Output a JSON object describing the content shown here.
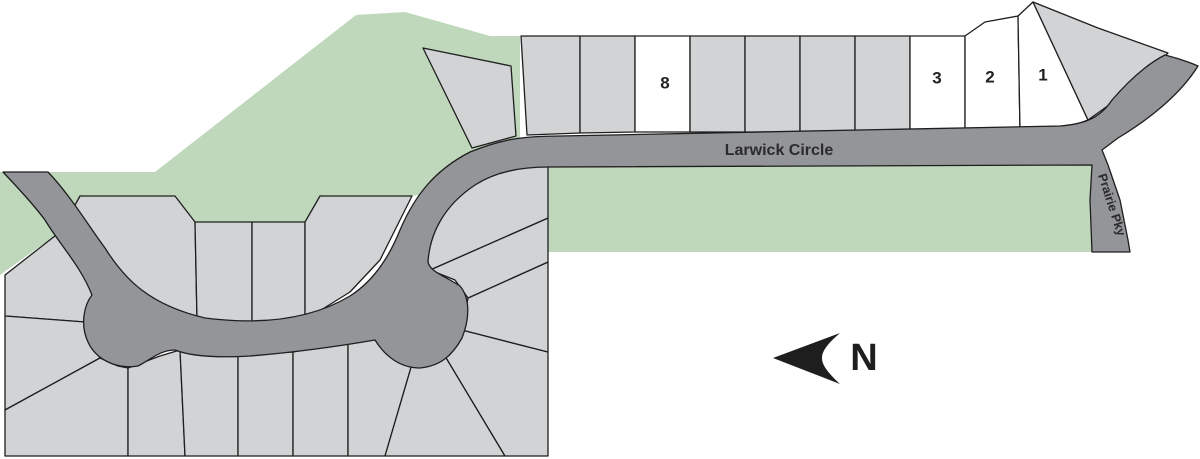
{
  "streets": {
    "larwick": "Larwick Circle",
    "prairie": "Prairie Pky"
  },
  "available_lots": {
    "lot_1": "1",
    "lot_2": "2",
    "lot_3": "3",
    "lot_8": "8"
  },
  "compass": {
    "letter": "N",
    "icon": "north-arrow-icon"
  },
  "colors": {
    "green_space": "#bfd8bb",
    "lot_sold": "#d1d3d5",
    "lot_available": "#ffffff",
    "road": "#939598",
    "outline": "#1e1e1e"
  }
}
